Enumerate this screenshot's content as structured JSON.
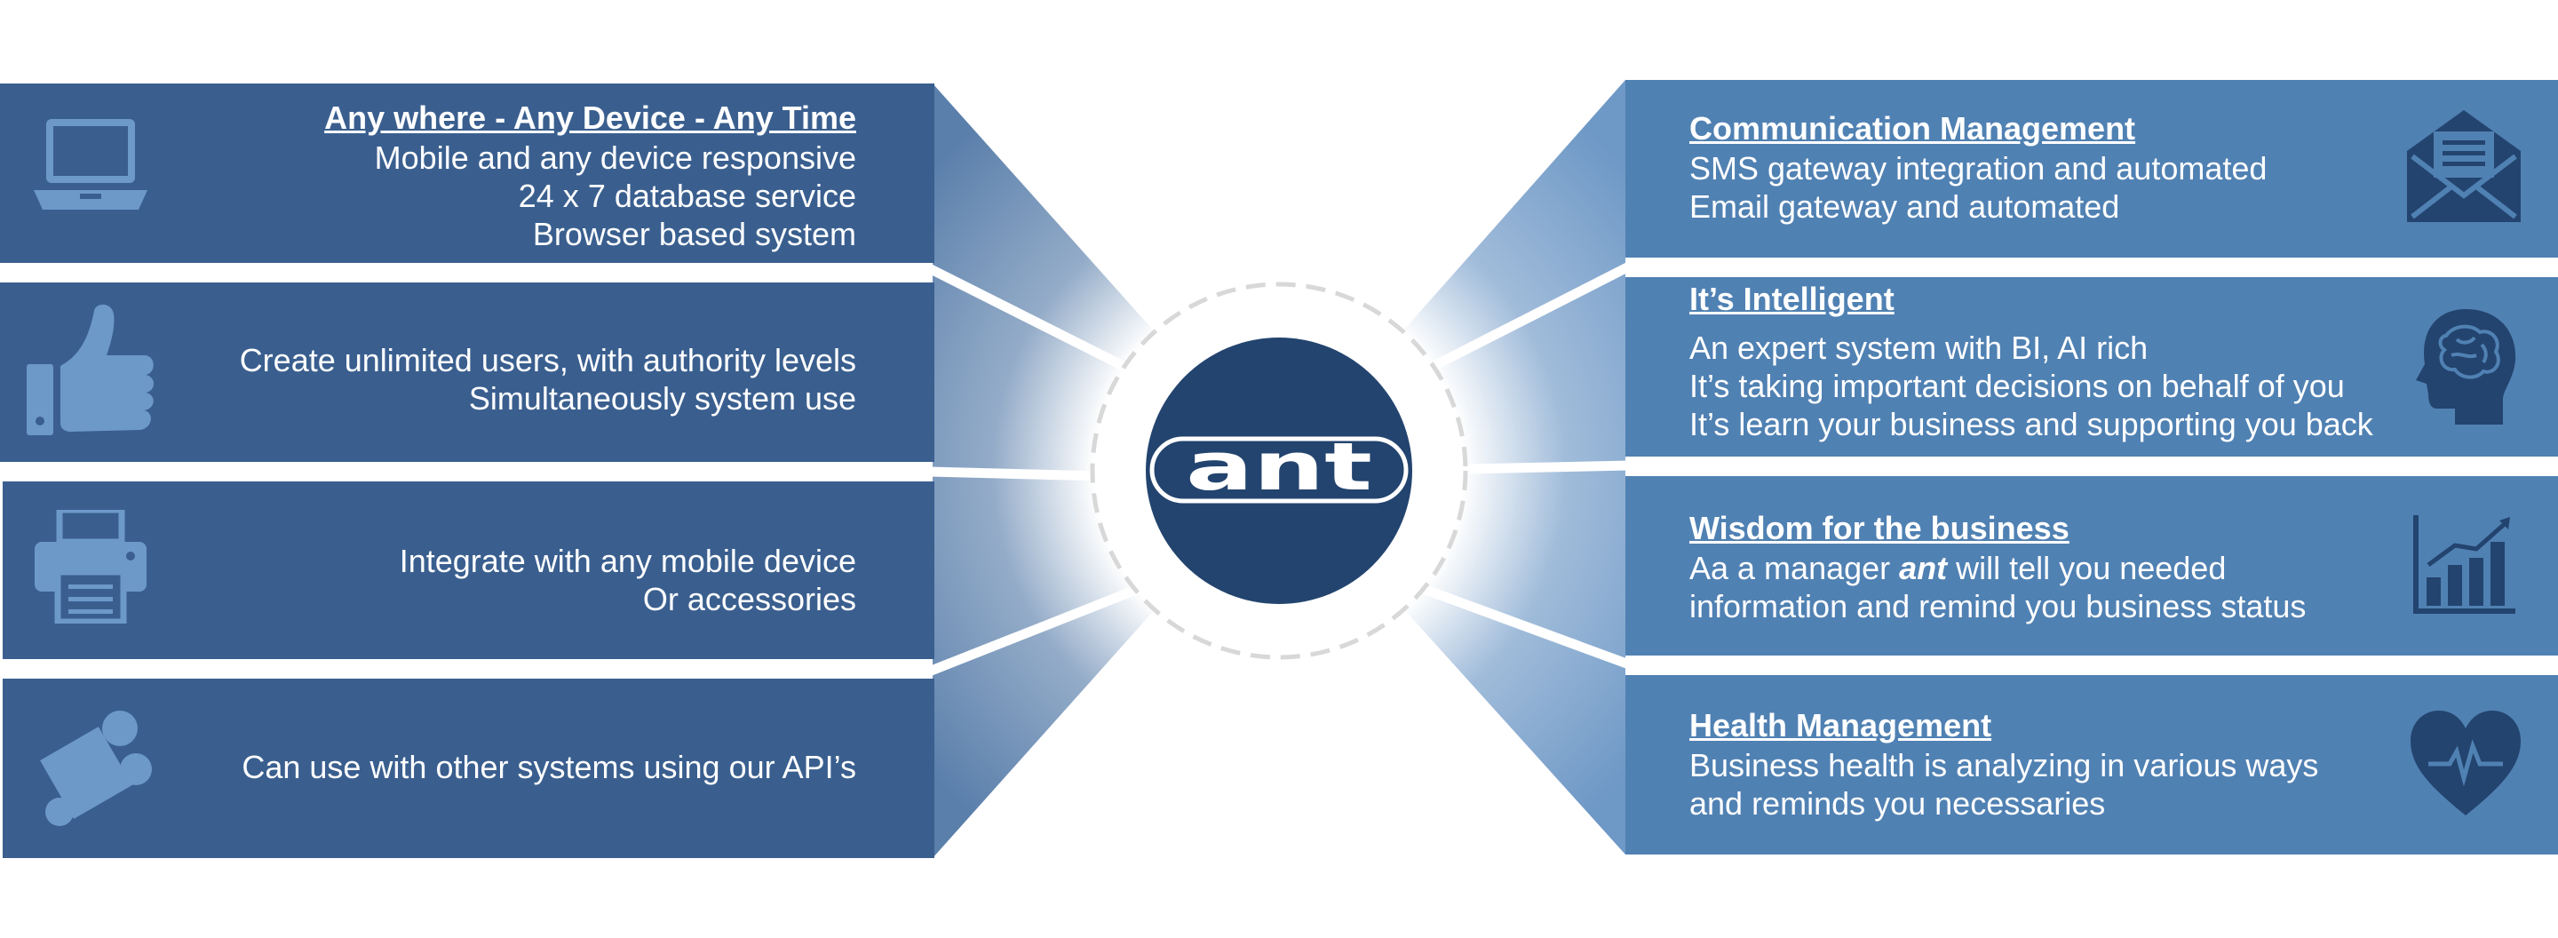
{
  "logo": {
    "text": "ant"
  },
  "left_panels": [
    {
      "title": "Any where - Any Device - Any Time",
      "lines": [
        "Mobile and any device responsive",
        "24 x 7 database service",
        "Browser based system"
      ],
      "icon": "laptop-icon"
    },
    {
      "title": "",
      "lines": [
        "Create unlimited users, with authority levels",
        "Simultaneously system use"
      ],
      "icon": "thumbs-up-icon"
    },
    {
      "title": "",
      "lines": [
        "Integrate with any mobile device",
        "Or accessories"
      ],
      "icon": "printer-icon"
    },
    {
      "title": "",
      "lines": [
        "Can use with other systems using our API’s"
      ],
      "icon": "puzzle-icon"
    }
  ],
  "right_panels": [
    {
      "title": "Communication Management",
      "lines": [
        "SMS gateway integration and automated",
        "Email gateway and automated"
      ],
      "icon": "envelope-icon"
    },
    {
      "title": "It’s Intelligent",
      "lines": [
        "An expert system with BI, AI rich",
        "It’s taking important decisions on behalf of you",
        "It’s learn your business and supporting you back"
      ],
      "icon": "brain-head-icon"
    },
    {
      "title": "Wisdom for the business",
      "line1_prefix": "Aa a manager ",
      "line1_emph": "ant",
      "line1_suffix": " will tell you needed",
      "lines": [
        "information and remind you business status"
      ],
      "icon": "growth-chart-icon"
    },
    {
      "title": "Health Management",
      "lines": [
        "Business health is analyzing in various ways",
        "and reminds you necessaries"
      ],
      "icon": "heart-pulse-icon"
    }
  ],
  "colors": {
    "left_panel": "#3a5f8f",
    "right_panel": "#5081b3",
    "hub": "#23446f",
    "icon_left": "#6d99c9",
    "icon_right": "#23446f"
  }
}
